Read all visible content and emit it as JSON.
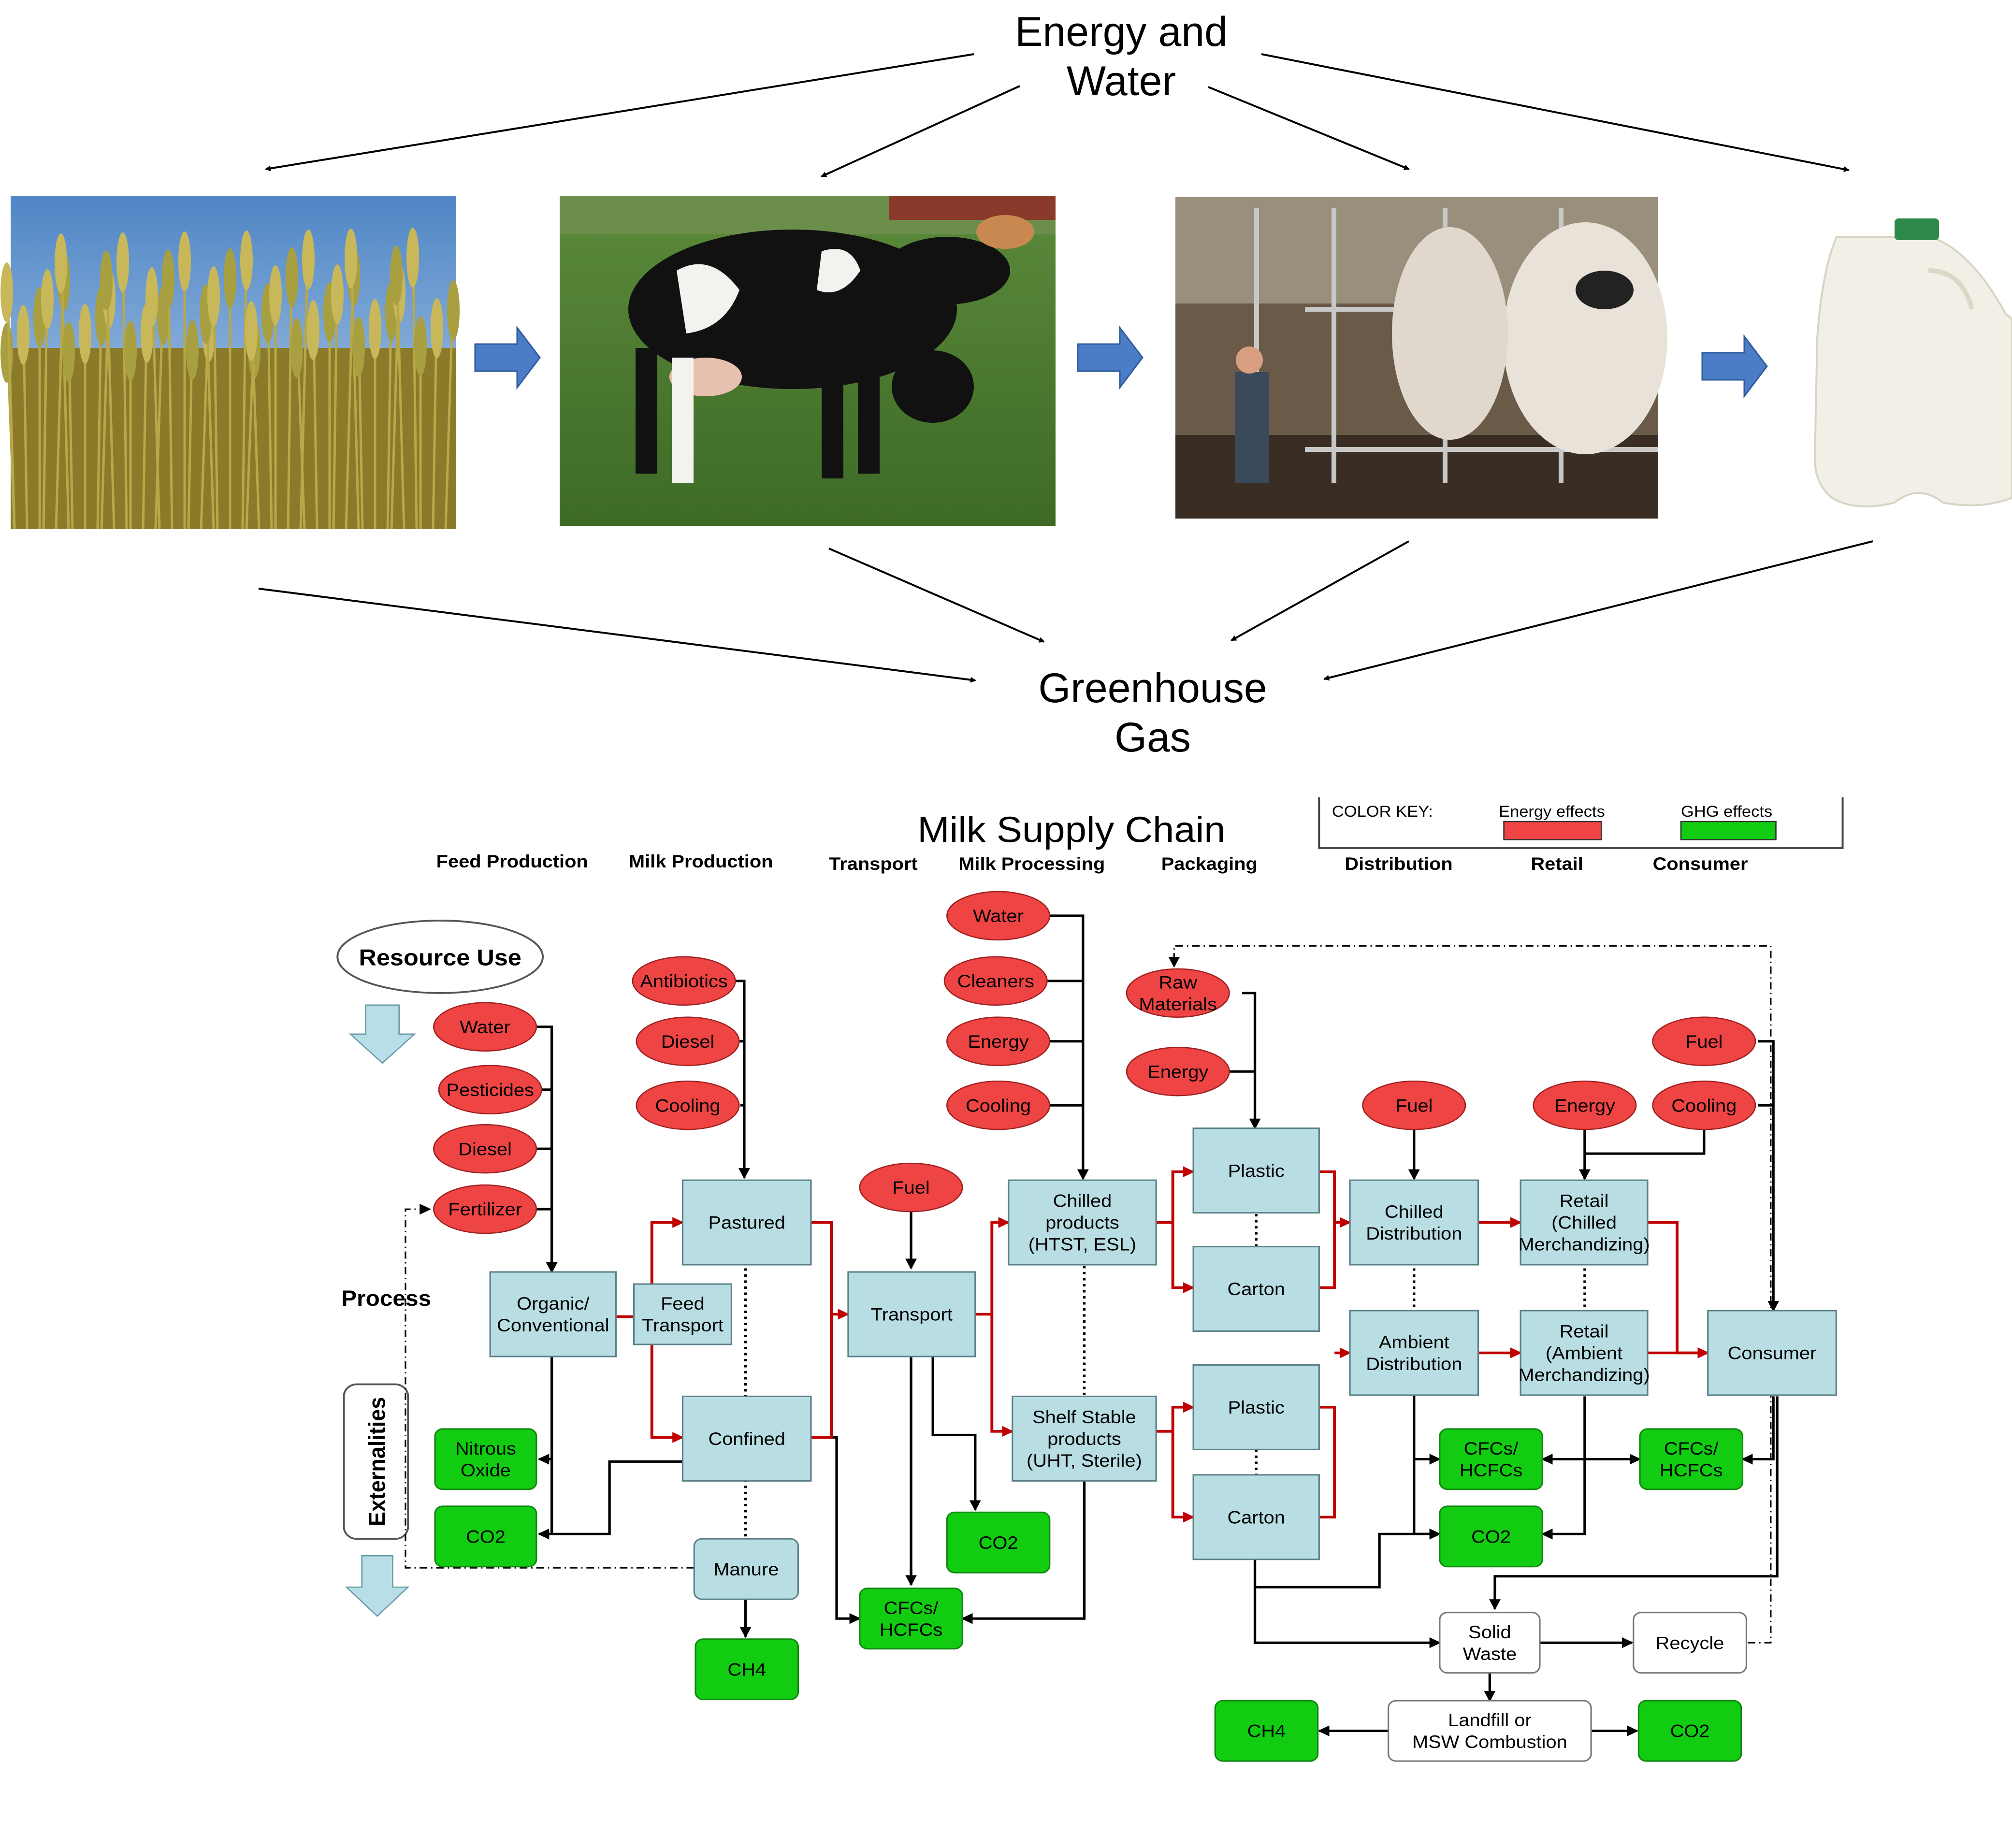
{
  "top": {
    "energy_label": "Energy and\nWater",
    "ghg_label": "Greenhouse\nGas",
    "images": [
      "wheat-field",
      "grazing-cow",
      "milking-parlor",
      "milk-jug"
    ]
  },
  "chart": {
    "title": "Milk Supply Chain",
    "color_key": {
      "label": "COLOR KEY:",
      "energy": "Energy effects",
      "ghg": "GHG effects",
      "energy_color": "#ee4444",
      "ghg_color": "#11cc11"
    },
    "stages": [
      "Feed Production",
      "Milk Production",
      "Transport",
      "Milk Processing",
      "Packaging",
      "Distribution",
      "Retail",
      "Consumer"
    ],
    "side_labels": {
      "resource_use": "Resource Use",
      "process": "Process",
      "externalities": "Externalities"
    },
    "inputs": {
      "feed": [
        "Water",
        "Pesticides",
        "Diesel",
        "Fertilizer"
      ],
      "milk": [
        "Antibiotics",
        "Diesel",
        "Cooling"
      ],
      "transport": [
        "Fuel"
      ],
      "processing": [
        "Water",
        "Cleaners",
        "Energy",
        "Cooling"
      ],
      "packaging": [
        "Raw\nMaterials",
        "Energy"
      ],
      "distribution": [
        "Fuel"
      ],
      "retail": [
        "Energy"
      ],
      "consumer": [
        "Cooling",
        "Fuel"
      ]
    },
    "process": {
      "organic": "Organic/\nConventional",
      "feed_transport": "Feed\nTransport",
      "pastured": "Pastured",
      "confined": "Confined",
      "manure": "Manure",
      "transport": "Transport",
      "chilled_products": "Chilled\nproducts\n(HTST, ESL)",
      "shelf_stable": "Shelf Stable\nproducts\n(UHT, Sterile)",
      "plastic_1": "Plastic",
      "carton_1": "Carton",
      "plastic_2": "Plastic",
      "carton_2": "Carton",
      "chilled_distribution": "Chilled\nDistribution",
      "ambient_distribution": "Ambient\nDistribution",
      "retail_chilled": "Retail\n(Chilled\nMerchandizing)",
      "retail_ambient": "Retail\n(Ambient\nMerchandizing)",
      "consumer": "Consumer",
      "solid_waste": "Solid\nWaste",
      "recycle": "Recycle",
      "landfill": "Landfill or\nMSW Combustion"
    },
    "outputs": {
      "nitrous_oxide": "Nitrous\nOxide",
      "co2_feed": "CO2",
      "ch4_manure": "CH4",
      "cfcs_transport": "CFCs/\nHCFCs",
      "co2_transport": "CO2",
      "cfcs_distribution": "CFCs/\nHCFCs",
      "co2_distribution": "CO2",
      "cfcs_consumer": "CFCs/\nHCFCs",
      "ch4_landfill": "CH4",
      "co2_landfill": "CO2"
    }
  }
}
